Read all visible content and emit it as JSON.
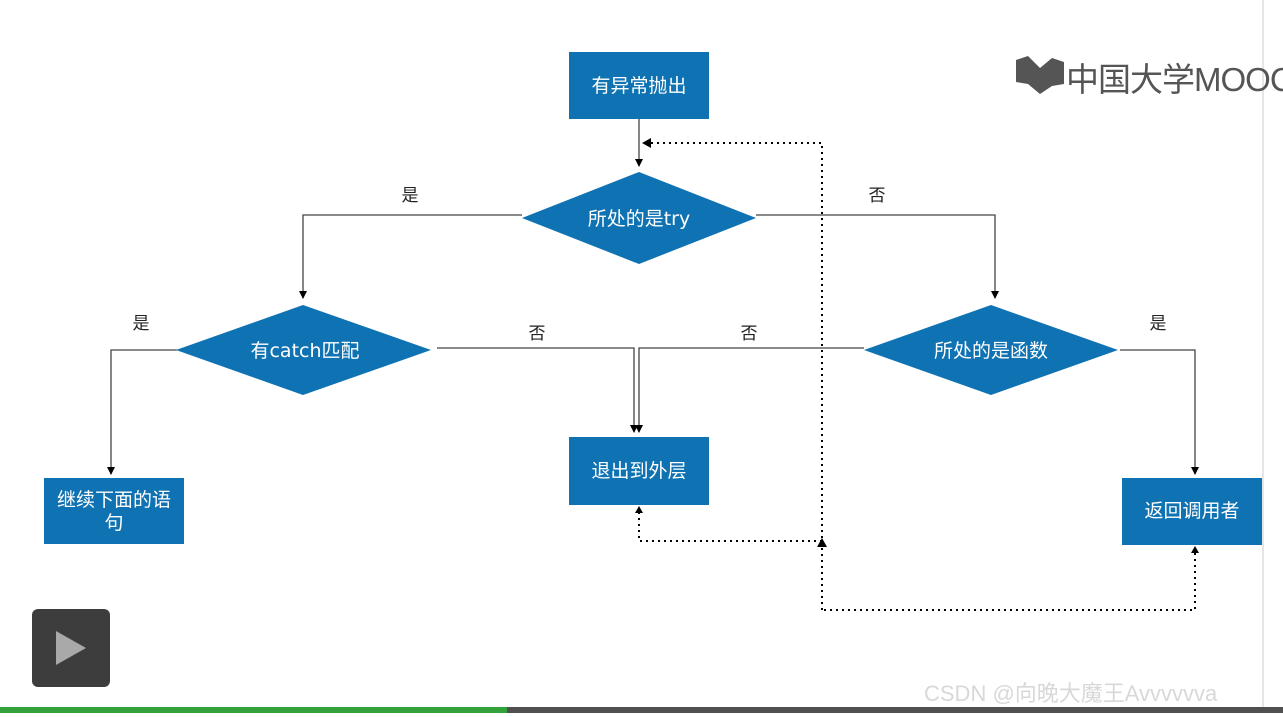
{
  "player": {
    "watermark": "CSDN @向晚大魔王Avvvvvva",
    "progress_fraction": 0.395,
    "colors": {
      "progress": "#34a23a",
      "track": "#505050",
      "node": "#0f72b2"
    }
  },
  "logo": {
    "text": "中国大学MOOC"
  },
  "flowchart": {
    "nodes": {
      "throw": "有异常抛出",
      "in_try": "所处的是try",
      "has_catch": "有catch匹配",
      "in_function": "所处的是函数",
      "continue_line1": "继续下面的语",
      "continue_line2": "句",
      "exit_outer": "退出到外层",
      "return_caller": "返回调用者"
    },
    "edge_labels": {
      "try_yes": "是",
      "try_no": "否",
      "catch_yes": "是",
      "catch_no": "否",
      "function_no": "否",
      "function_yes": "是"
    }
  }
}
